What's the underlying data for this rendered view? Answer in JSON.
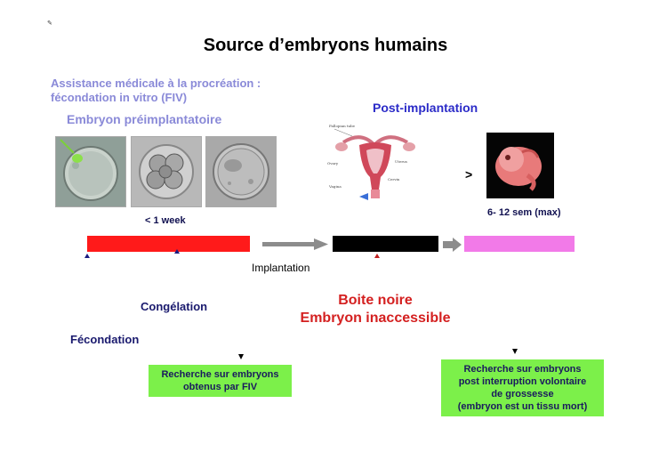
{
  "title": "Source d’embryons humains",
  "ivf_label": "Assistance médicale à la procréation : fécondation in vitro (FIV)",
  "preimplant_label": "Embryon préimplantatoire",
  "postimplant_label": "Post-implantation",
  "week_label": "< 1 week",
  "sem_label": "6- 12 sem (max)",
  "gt_symbol": ">",
  "implantation_label": "Implantation",
  "congelation_label": "Congélation",
  "fecondation_label": "Fécondation",
  "black_box": {
    "line1": "Boite noire",
    "line2": "Embryon inaccessible"
  },
  "box_left": {
    "line1": "Recherche sur embryons",
    "line2": "obtenus par FIV"
  },
  "box_right": {
    "line1": "Recherche sur embryons",
    "line2": "post interruption volontaire",
    "line3": "de grossesse",
    "line4": "(embryon est un tissu mort)"
  },
  "uterus_labels": {
    "tube": "Fallopian tube",
    "ovary": "Ovary",
    "uterus": "Uterus",
    "cervix": "Cervix",
    "vagina": "Vagina"
  },
  "colors": {
    "red_bar": "#ff1a1a",
    "black_bar": "#000000",
    "pink_bar": "#f27ae8",
    "arrow": "#8c8c8c",
    "green_box": "#7cf04a"
  }
}
